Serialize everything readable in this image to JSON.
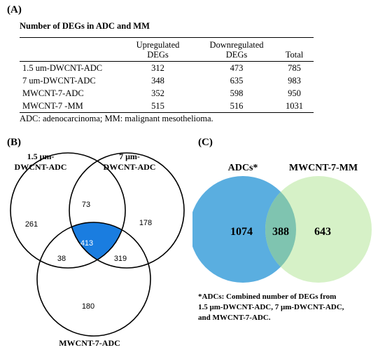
{
  "panel_a": {
    "label": "(A)",
    "title": "Number of DEGs in ADC and MM",
    "table": {
      "columns": [
        "",
        "Upregulated\nDEGs",
        "Downregulated\nDEGs",
        "Total"
      ],
      "rows": [
        {
          "name": "1.5 um-DWCNT-ADC",
          "up": "312",
          "down": "473",
          "total": "785"
        },
        {
          "name": "7 um-DWCNT-ADC",
          "up": "348",
          "down": "635",
          "total": "983"
        },
        {
          "name": "MWCNT-7-ADC",
          "up": "352",
          "down": "598",
          "total": "950"
        },
        {
          "name": "MWCNT-7 -MM",
          "up": "515",
          "down": "516",
          "total": "1031"
        }
      ]
    },
    "footnote": "ADC: adenocarcinoma; MM: malignant mesothelioma."
  },
  "panel_b": {
    "label": "(B)",
    "set_labels": {
      "a_line1": "1.5 μm-",
      "a_line2": "DWCNT-ADC",
      "b_line1": "7 μm-",
      "b_line2": "DWCNT-ADC",
      "c": "MWCNT-7-ADC"
    },
    "regions": {
      "a_only": "261",
      "b_only": "178",
      "c_only": "180",
      "ab": "73",
      "ac": "38",
      "bc": "319",
      "abc": "413"
    },
    "colors": {
      "center": "#1a7de0",
      "outline": "#000000"
    }
  },
  "panel_c": {
    "label": "(C)",
    "set_labels": {
      "left": "ADCs*",
      "right": "MWCNT-7-MM"
    },
    "regions": {
      "left_only": "1074",
      "overlap": "388",
      "right_only": "643"
    },
    "colors": {
      "left": "#5aaee0",
      "right": "#d4f0c4",
      "overlap": "#7fc4b0"
    },
    "note_lines": [
      "*ADCs: Combined number of DEGs from",
      "1.5 μm-DWCNT-ADC, 7 μm-DWCNT-ADC,",
      "and MWCNT-7-ADC."
    ]
  }
}
